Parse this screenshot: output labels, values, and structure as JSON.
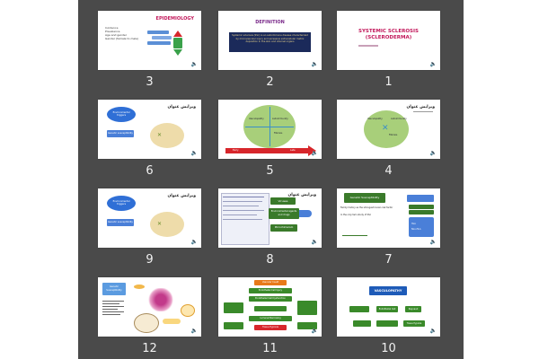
{
  "slides": [
    {
      "number": "3",
      "title": "EPIDEMIOLOGY",
      "bullets": [
        "Incidence",
        "Prevalence",
        "Age and gender",
        "Gender (female to male)"
      ]
    },
    {
      "number": "2",
      "title": "DEFINITION",
      "body": "Systemic sclerosis (SSc) is an autoimmune disease characterized by microvascular injury and excessive extracellular matrix deposition in the skin and internal organs"
    },
    {
      "number": "1",
      "title_line1": "SYSTEMIC SCLEROSIS",
      "title_line2": "(SCLERODERMA)"
    },
    {
      "number": "6",
      "title": "ویرایش عنوان",
      "labels": [
        "Environmental triggers",
        "Genetic susceptibility"
      ]
    },
    {
      "number": "5",
      "labels": [
        "Vasculopathy",
        "Autoimmunity",
        "Fibrosis",
        "Early",
        "Late"
      ]
    },
    {
      "number": "4",
      "title": "ویرایش عنوان",
      "labels": [
        "Vasculopathy",
        "Autoimmunity",
        "Fibrosis"
      ]
    },
    {
      "number": "9",
      "title": "ویرایش عنوان",
      "labels": [
        "Environmental triggers",
        "Genetic susceptibility"
      ]
    },
    {
      "number": "8",
      "title": "ویرایش عنوان",
      "labels": [
        "Viruses",
        "Environmental agents and drugs",
        "Microchimerism"
      ]
    },
    {
      "number": "7",
      "labels": [
        "Genetic Susceptibility",
        "Family history as the strongest known risk factor",
        "In the only twin study of SSc",
        "HLA",
        "Non-HLA"
      ]
    },
    {
      "number": "12",
      "labels": [
        "Genetic Susceptibility"
      ]
    },
    {
      "number": "11",
      "labels": [
        "Vascular Insult",
        "Endothelial Cell Injury",
        "Endothelial Cell Dysfunction",
        "Lumenal Narrowing",
        "Tissue Hypoxia"
      ]
    },
    {
      "number": "10",
      "labels": [
        "VASCULOPATHY",
        "Endothelial Cell",
        "Raynaud",
        "Tissue Hypoxia"
      ]
    }
  ],
  "colors": {
    "background": "#4a4a4a",
    "accent_red": "#d7262b",
    "green": "#4f8a2d",
    "blue": "#2f6fd6",
    "navy": "#1b2a5a",
    "beige": "#e8d7a8"
  }
}
